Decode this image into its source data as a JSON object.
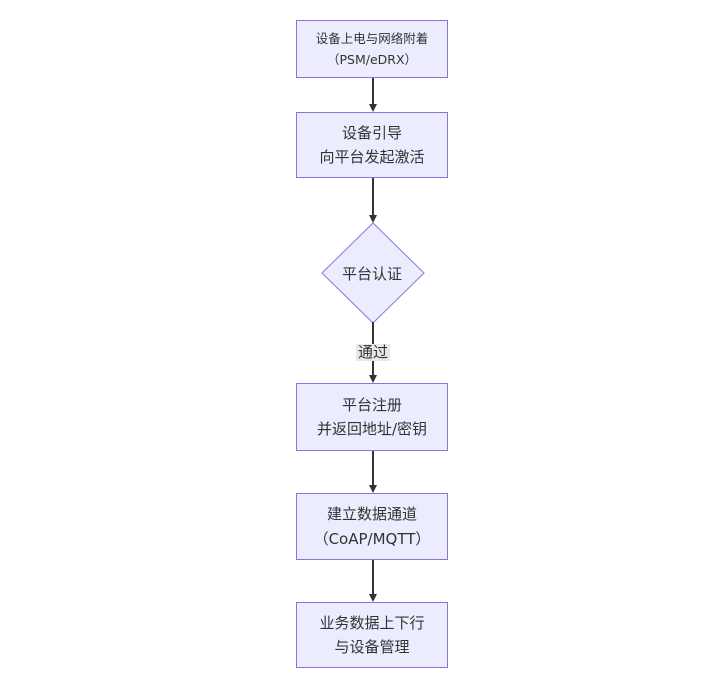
{
  "diagram": {
    "type": "flowchart",
    "direction": "top-down",
    "nodes": [
      {
        "id": "power-attach",
        "shape": "rect",
        "lines": [
          "设备上电与网络附着",
          "（PSM/eDRX）"
        ]
      },
      {
        "id": "bootstrap",
        "shape": "rect",
        "lines": [
          "设备引导",
          "向平台发起激活"
        ]
      },
      {
        "id": "auth-decision",
        "shape": "diamond",
        "lines": [
          "平台认证"
        ]
      },
      {
        "id": "register",
        "shape": "rect",
        "lines": [
          "平台注册",
          "并返回地址/密钥"
        ]
      },
      {
        "id": "data-channel",
        "shape": "rect",
        "lines": [
          "建立数据通道",
          "（CoAP/MQTT）"
        ]
      },
      {
        "id": "business",
        "shape": "rect",
        "lines": [
          "业务数据上下行",
          "与设备管理"
        ]
      }
    ],
    "edges": [
      {
        "from": "power-attach",
        "to": "bootstrap",
        "label": ""
      },
      {
        "from": "bootstrap",
        "to": "auth-decision",
        "label": ""
      },
      {
        "from": "auth-decision",
        "to": "register",
        "label": "通过"
      },
      {
        "from": "register",
        "to": "data-channel",
        "label": ""
      },
      {
        "from": "data-channel",
        "to": "business",
        "label": ""
      }
    ],
    "colors": {
      "node_fill": "#ECECFF",
      "node_border": "#9370DB",
      "text": "#333333",
      "arrow": "#333333",
      "edge_label_bg": "#e8e8e8",
      "background": "#ffffff"
    }
  }
}
